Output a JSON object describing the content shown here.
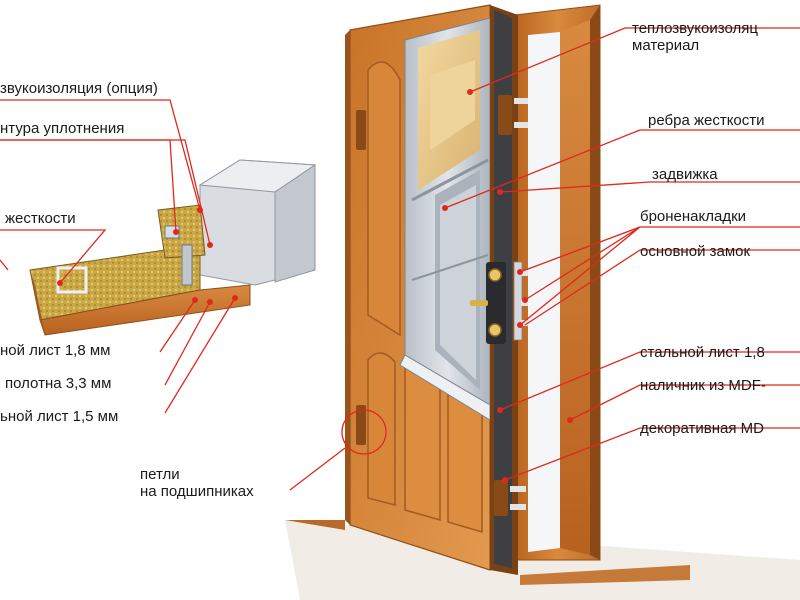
{
  "colors": {
    "leader": "#e0281c",
    "wood": "#cf7d35",
    "wood_dark": "#a85a22",
    "steel": "#c9cfd6",
    "insulation": "#e8c887"
  },
  "labels": {
    "insulation_option": "звукоизоляция (опция)",
    "seal_contour": "нтура уплотнения",
    "ribs_left": "жесткости",
    "steel_18_left": "ной лист 1,8 мм",
    "leaf_33": "полотна 3,3 мм",
    "steel_15": "ьной лист 1,5 мм",
    "hinges": "петли\nна подшипниках",
    "thermo_material": "теплозвукоизоляц\nматериал",
    "ribs_right": "ребра жесткости",
    "latch": "задвижка",
    "armor_plates": "броненакладки",
    "main_lock": "основной замок",
    "steel_18_right": "стальной лист 1,8",
    "trim_mdf": "наличник из MDF-",
    "decor_mdf": "декоративная MD"
  }
}
